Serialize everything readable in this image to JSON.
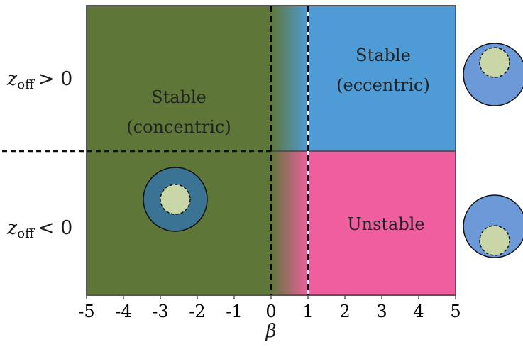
{
  "regions": {
    "stable_concentric": {
      "line1": "Stable",
      "line2": "(concentric)"
    },
    "stable_eccentric": {
      "line1": "Stable",
      "line2": "(eccentric)"
    },
    "unstable": {
      "label": "Unstable"
    }
  },
  "row_labels": {
    "top": {
      "var": "z",
      "sub": "off",
      "rel": "> 0"
    },
    "bottom": {
      "var": "z",
      "sub": "off",
      "rel": "< 0"
    }
  },
  "x_axis": {
    "label": "β",
    "ticks": [
      "-5",
      "-4",
      "-3",
      "-2",
      "-1",
      "0",
      "1",
      "2",
      "3",
      "4",
      "5"
    ]
  },
  "colors": {
    "green": "#5e7739",
    "blue": "#4e9bd6",
    "pink": "#ef5e9f",
    "frame": "#555555",
    "ring_dark": "#3b7394",
    "ring_light": "#6c9ad8",
    "core": "#c9d6a8"
  }
}
